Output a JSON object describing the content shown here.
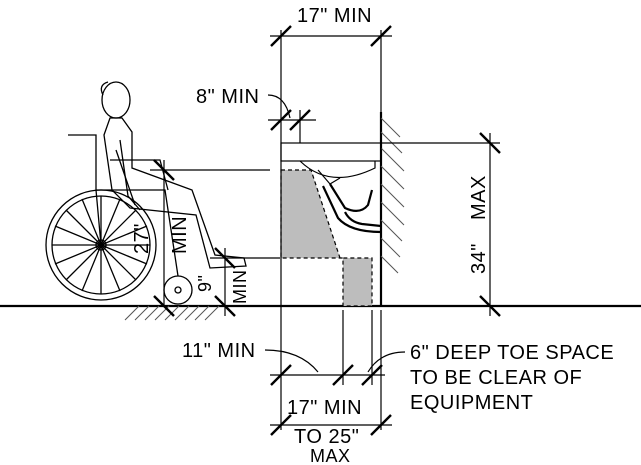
{
  "labels": {
    "top_width": "17\" MIN",
    "front_clear": "8\" MIN",
    "knee_height_value": "27\"",
    "knee_height_unit": "MIN",
    "toe_height_value": "9\"",
    "toe_height_unit": "MIN",
    "rim_height_value": "34\"",
    "rim_height_unit": "MAX",
    "toe_depth": "11\" MIN",
    "toe_space_line1": "6\" DEEP TOE SPACE",
    "toe_space_line2": "TO BE CLEAR OF",
    "toe_space_line3": "EQUIPMENT",
    "bottom_min": "17\" MIN",
    "bottom_to": "TO 25\"",
    "bottom_max": "MAX"
  },
  "colors": {
    "line": "#000000",
    "clear_space_fill": "#bdbdbd",
    "hatch": "#555555"
  }
}
